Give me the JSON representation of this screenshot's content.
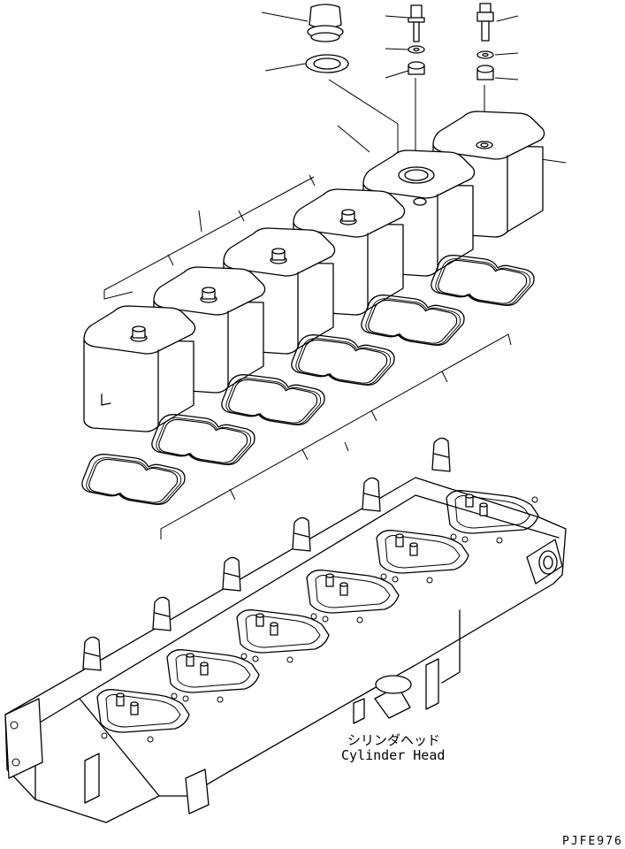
{
  "labels": {
    "caption_jp": "シリンダヘッド",
    "caption_en": "Cylinder Head",
    "drawing_code": "PJFE976"
  },
  "parts": {
    "cover_count": 6,
    "gasket_count": 6,
    "head_bays": 6
  }
}
